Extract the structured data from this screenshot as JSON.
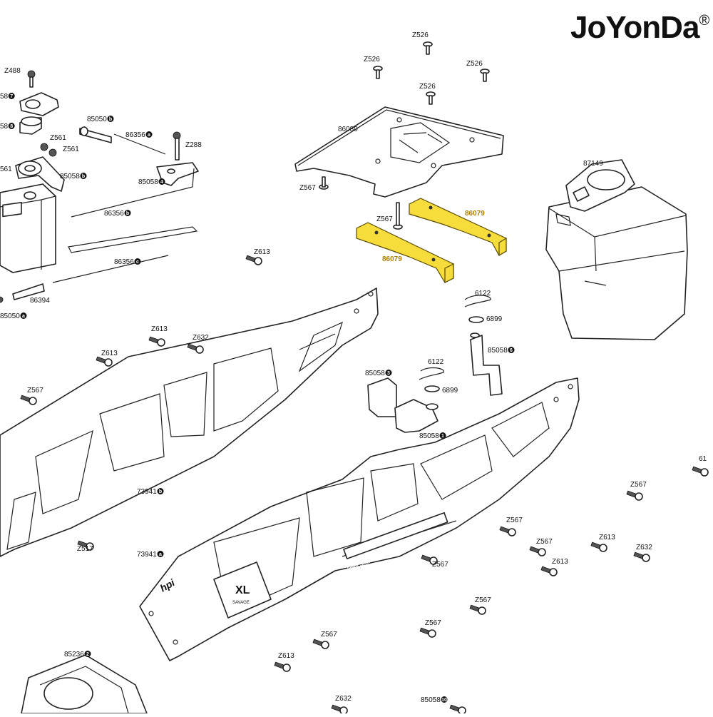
{
  "brand": {
    "name": "JoYonDa",
    "mark": "®"
  },
  "colors": {
    "highlight": "#f6dd3c",
    "line": "#222222",
    "background": "#ffffff"
  },
  "labels": [
    {
      "id": "l1",
      "text": "Z488"
    },
    {
      "id": "l2",
      "text": "58",
      "badge": "7"
    },
    {
      "id": "l3",
      "text": "58",
      "badge": "8"
    },
    {
      "id": "l4",
      "text": "Z561"
    },
    {
      "id": "l5",
      "text": "Z561"
    },
    {
      "id": "l6",
      "text": "561"
    },
    {
      "id": "l7",
      "text": "85050",
      "badge": "b"
    },
    {
      "id": "l8",
      "text": "86356",
      "badge": "a"
    },
    {
      "id": "l9",
      "text": "Z288"
    },
    {
      "id": "l10",
      "text": "85058",
      "badge": "b"
    },
    {
      "id": "l11",
      "text": "85058",
      "badge": "4"
    },
    {
      "id": "l12",
      "text": "86356",
      "badge": "b"
    },
    {
      "id": "l13",
      "text": "86356",
      "badge": "c"
    },
    {
      "id": "l14",
      "text": "86394"
    },
    {
      "id": "l15",
      "text": "85050",
      "badge": "a"
    },
    {
      "id": "l16",
      "text": "Z613"
    },
    {
      "id": "l17",
      "text": "Z526"
    },
    {
      "id": "l18",
      "text": "Z526"
    },
    {
      "id": "l19",
      "text": "Z526"
    },
    {
      "id": "l20",
      "text": "Z526"
    },
    {
      "id": "l21",
      "text": "86080"
    },
    {
      "id": "l22",
      "text": "Z567"
    },
    {
      "id": "l23",
      "text": "Z567"
    },
    {
      "id": "l24",
      "text": "86079",
      "highlight": true
    },
    {
      "id": "l25",
      "text": "86079",
      "highlight": true
    },
    {
      "id": "l26",
      "text": "87149"
    },
    {
      "id": "l27",
      "text": "6122"
    },
    {
      "id": "l28",
      "text": "6899"
    },
    {
      "id": "l29",
      "text": "85058",
      "badge": "6"
    },
    {
      "id": "l30",
      "text": "6122"
    },
    {
      "id": "l31",
      "text": "6899"
    },
    {
      "id": "l32",
      "text": "85058",
      "badge": "3"
    },
    {
      "id": "l33",
      "text": "85058",
      "badge": "1"
    },
    {
      "id": "l34",
      "text": "Z613"
    },
    {
      "id": "l35",
      "text": "Z632"
    },
    {
      "id": "l36",
      "text": "Z613"
    },
    {
      "id": "l37",
      "text": "Z567"
    },
    {
      "id": "l38",
      "text": "73941",
      "badge": "b"
    },
    {
      "id": "l39",
      "text": "73941",
      "badge": "a"
    },
    {
      "id": "l40",
      "text": "Z517"
    },
    {
      "id": "l41",
      "text": "Z567"
    },
    {
      "id": "l42",
      "text": "Z567"
    },
    {
      "id": "l43",
      "text": "Z567"
    },
    {
      "id": "l44",
      "text": "Z567"
    },
    {
      "id": "l45",
      "text": "Z613"
    },
    {
      "id": "l46",
      "text": "Z613"
    },
    {
      "id": "l47",
      "text": "Z632"
    },
    {
      "id": "l48",
      "text": "Z567"
    },
    {
      "id": "l49",
      "text": "Z567"
    },
    {
      "id": "l50",
      "text": "Z567"
    },
    {
      "id": "l51",
      "text": "Z613"
    },
    {
      "id": "l52",
      "text": "Z632"
    },
    {
      "id": "l53",
      "text": "85236",
      "badge": "2"
    },
    {
      "id": "l54",
      "text": "85058",
      "badge": "10"
    },
    {
      "id": "l55",
      "text": "61"
    }
  ],
  "chassis_text": {
    "badge": "XL",
    "sub": "SAVAGE",
    "stripe": "2mm SAVAGE TVP CHASSIS",
    "logo": "hpi"
  }
}
